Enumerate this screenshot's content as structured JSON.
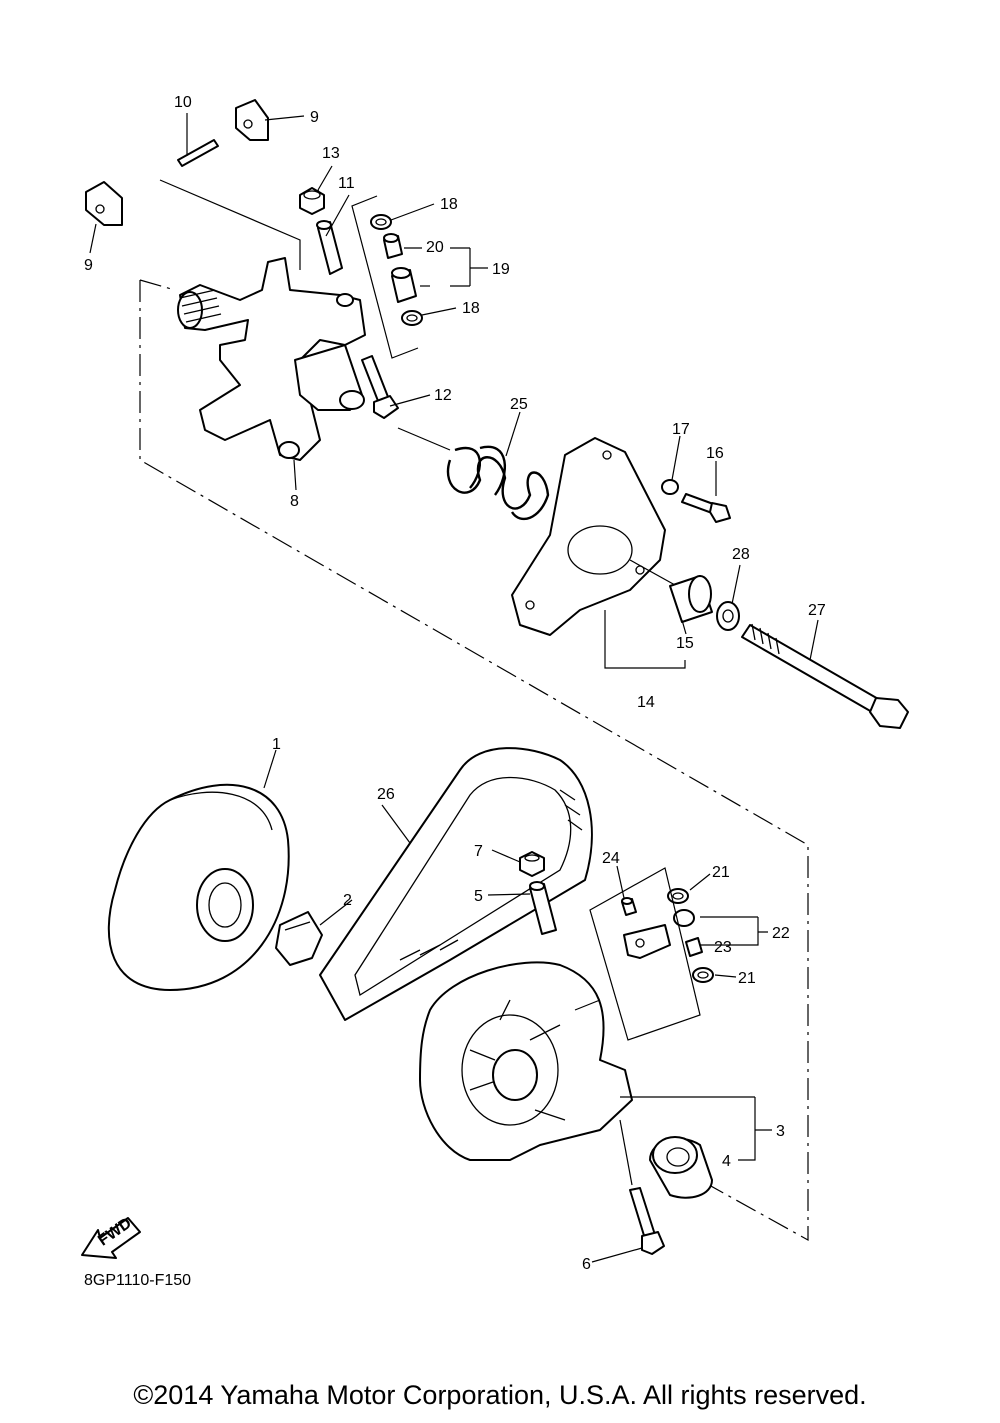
{
  "callouts": {
    "c1": "1",
    "c2": "2",
    "c3": "3",
    "c4": "4",
    "c5": "5",
    "c6": "6",
    "c7": "7",
    "c8": "8",
    "c9a": "9",
    "c9b": "9",
    "c10": "10",
    "c11": "11",
    "c12": "12",
    "c13": "13",
    "c14": "14",
    "c15": "15",
    "c16": "16",
    "c17": "17",
    "c18a": "18",
    "c18b": "18",
    "c19": "19",
    "c20": "20",
    "c21a": "21",
    "c21b": "21",
    "c22": "22",
    "c23": "23",
    "c24": "24",
    "c25": "25",
    "c26": "26",
    "c27": "27",
    "c28": "28"
  },
  "fwd_label": "FWD",
  "diagram_code": "8GP1110-F150",
  "copyright": "©2014 Yamaha Motor Corporation, U.S.A. All rights reserved."
}
